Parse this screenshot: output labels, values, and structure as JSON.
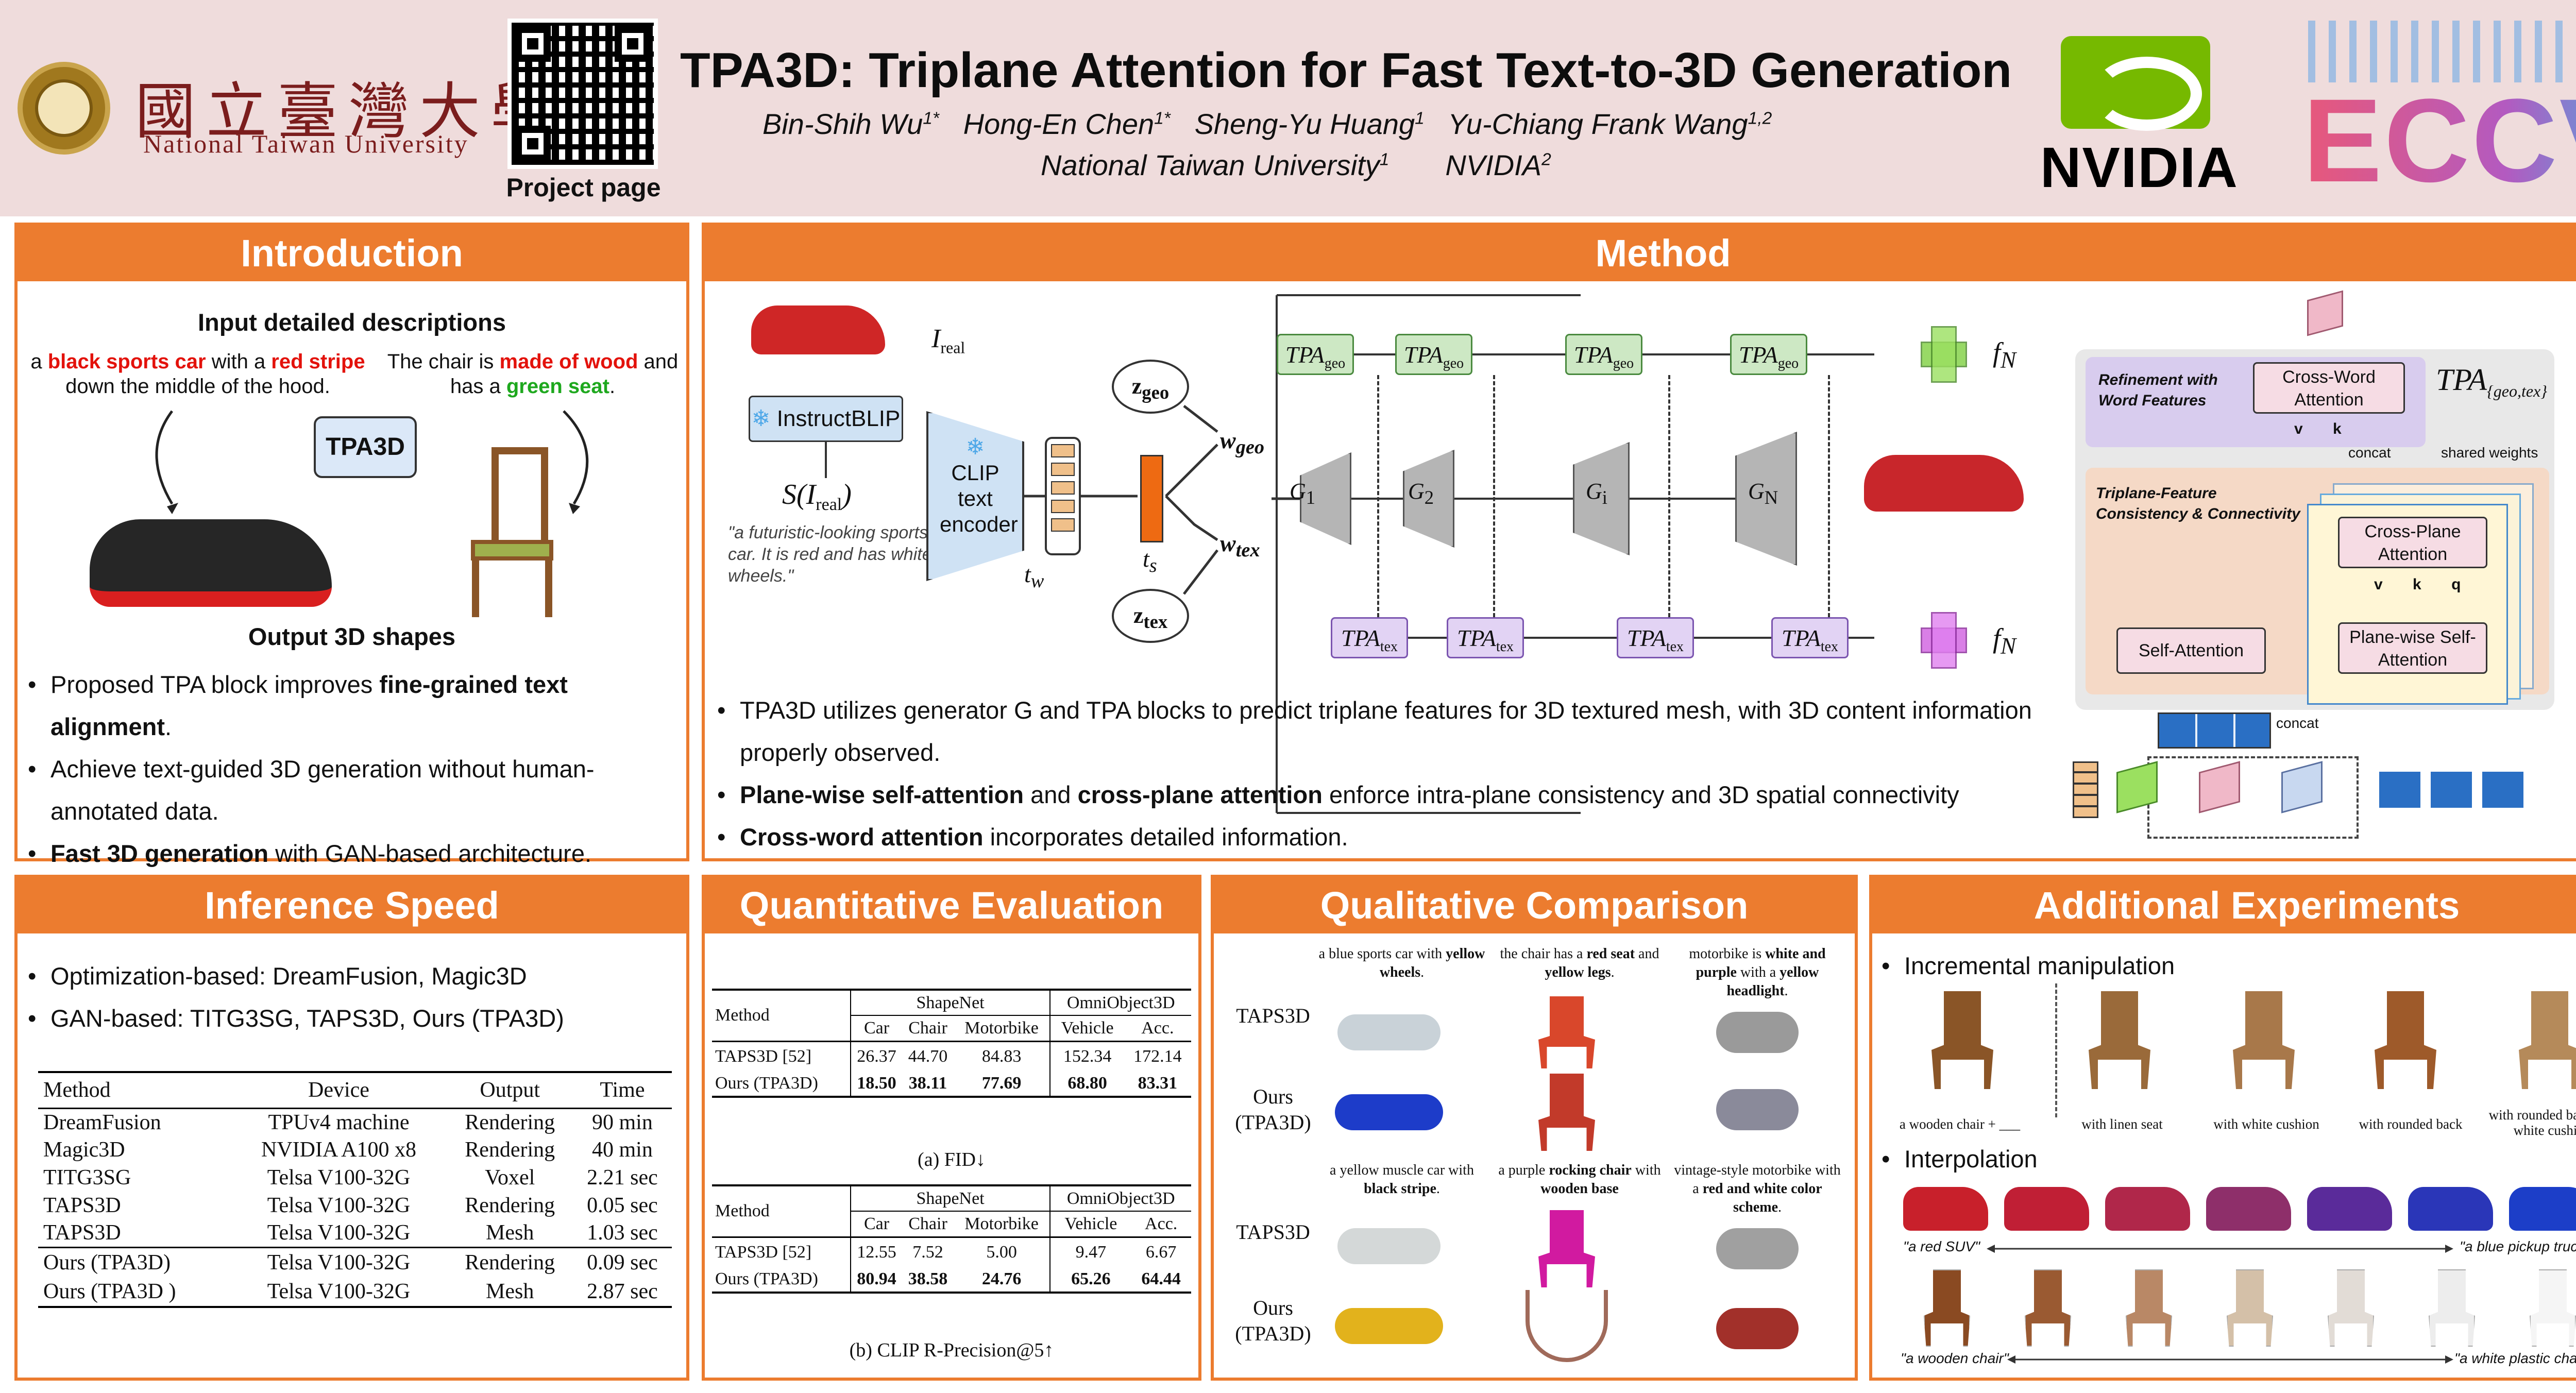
{
  "header": {
    "ntu_cn": "國立臺灣大學",
    "ntu_en": "National Taiwan University",
    "qr_label": "Project page",
    "title": "TPA3D: Triplane Attention for Fast Text-to-3D Generation",
    "authors": [
      {
        "name": "Bin-Shih Wu",
        "sup": "1*"
      },
      {
        "name": "Hong-En Chen",
        "sup": "1*"
      },
      {
        "name": "Sheng-Yu Huang",
        "sup": "1"
      },
      {
        "name": "Yu-Chiang Frank Wang",
        "sup": "1,2"
      }
    ],
    "affiliations": [
      {
        "name": "National Taiwan University",
        "sup": "1"
      },
      {
        "name": "NVIDIA",
        "sup": "2"
      }
    ],
    "nvidia": "NVIDIA",
    "eccv": "ECCV"
  },
  "intro": {
    "heading": "Introduction",
    "input_title": "Input detailed descriptions",
    "desc_car": {
      "p1": "a ",
      "r1": "black sports car",
      "p2": " with a ",
      "r2": "red stripe",
      "p3": "down the middle of the hood."
    },
    "desc_chair": {
      "p1": "The chair is ",
      "r1": "made of wood",
      "p2": " and",
      "p3": "has a ",
      "g1": "green seat",
      "p4": "."
    },
    "model_label": "TPA3D",
    "output_title": "Output 3D shapes",
    "bullets": [
      {
        "text": "Proposed TPA block improves ",
        "bold": "fine-grained text alignment",
        "after": "."
      },
      {
        "text": "Achieve text-guided 3D generation without human-annotated data.",
        "bold": "",
        "after": ""
      },
      {
        "text": "",
        "bold": "Fast 3D generation",
        "after": " with GAN-based architecture."
      }
    ]
  },
  "method": {
    "heading": "Method",
    "i_real": "I",
    "i_real_sub": "real",
    "instructblip": "InstructBLIP",
    "s_ireal": "S(I",
    "caption_quote": "\"a futuristic-looking sports car. It is red and has white wheels.\"",
    "clip": "CLIP text encoder",
    "t_w": "t",
    "t_s": "t",
    "z_geo": "z",
    "z_tex": "z",
    "w_geo": "w",
    "w_tex": "w",
    "tpa_geo": "TPA",
    "tpa_tex": "TPA",
    "gens": [
      "G",
      "G",
      "G",
      "G"
    ],
    "gen_subs": [
      "1",
      "2",
      "i",
      "N"
    ],
    "f_geo_N": "f",
    "f_tex_N": "f",
    "tpa_block_title": "TPA",
    "tpa_block_sub": "{geo,tex}",
    "refinement_label": "Refinement with Word Features",
    "cross_word": "Cross-Word Attention",
    "triplane_label": "Triplane-Feature Consistency & Connectivity",
    "cross_plane": "Cross-Plane Attention",
    "self_attention": "Self-Attention",
    "plane_self": "Plane-wise Self-Attention",
    "shared_weights": "shared weights",
    "concat": "concat",
    "v": "v",
    "k": "k",
    "q": "q",
    "bullets": [
      {
        "bold": "",
        "text": "TPA3D utilizes generator G and TPA blocks to predict triplane features for 3D textured mesh, with 3D content information properly observed."
      },
      {
        "bold": "Plane-wise self-attention",
        "mid": " and ",
        "bold2": "cross-plane attention",
        "text": " enforce intra-plane consistency and 3D spatial connectivity"
      },
      {
        "bold": "Cross-word attention",
        "text": " incorporates detailed information."
      }
    ]
  },
  "inference": {
    "heading": "Inference Speed",
    "bullets": [
      "Optimization-based: DreamFusion, Magic3D",
      "GAN-based: TITG3SG, TAPS3D, Ours (TPA3D)"
    ],
    "columns": [
      "Method",
      "Device",
      "Output",
      "Time"
    ],
    "rows": [
      [
        "DreamFusion",
        "TPUv4 machine",
        "Rendering",
        "90 min"
      ],
      [
        "Magic3D",
        "NVIDIA A100 x8",
        "Rendering",
        "40 min"
      ],
      [
        "TITG3SG",
        "Telsa V100-32G",
        "Voxel",
        "2.21 sec"
      ],
      [
        "TAPS3D",
        "Telsa V100-32G",
        "Rendering",
        "0.05 sec"
      ],
      [
        "TAPS3D",
        "Telsa V100-32G",
        "Mesh",
        "1.03 sec"
      ]
    ],
    "ours_rows": [
      [
        "Ours (TPA3D)",
        "Telsa V100-32G",
        "Rendering",
        "0.09 sec"
      ],
      [
        "Ours (TPA3D )",
        "Telsa V100-32G",
        "Mesh",
        "2.87 sec"
      ]
    ]
  },
  "quant": {
    "heading": "Quantitative Evaluation",
    "group_shapenet": "ShapeNet",
    "group_omni": "OmniObject3D",
    "method": "Method",
    "cols": [
      "Car",
      "Chair",
      "Motorbike",
      "Vehicle",
      "Acc."
    ],
    "fid": {
      "taps": [
        "TAPS3D [52]",
        "26.37",
        "44.70",
        "84.83",
        "152.34",
        "172.14"
      ],
      "ours": [
        "Ours (TPA3D)",
        "18.50",
        "38.11",
        "77.69",
        "68.80",
        "83.31"
      ],
      "caption": "(a) FID↓"
    },
    "clip": {
      "taps": [
        "TAPS3D [52]",
        "12.55",
        "7.52",
        "5.00",
        "9.47",
        "6.67"
      ],
      "ours": [
        "Ours (TPA3D)",
        "80.94",
        "38.58",
        "24.76",
        "65.26",
        "64.44"
      ],
      "caption": "(b) CLIP R-Precision@5↑"
    }
  },
  "qual": {
    "heading": "Qualitative Comparison",
    "row_labels": [
      "TAPS3D",
      "Ours (TPA3D)",
      "TAPS3D",
      "Ours (TPA3D)"
    ],
    "prompts_top": [
      {
        "a": "a blue sports car with ",
        "b": "yellow wheels",
        "c": "."
      },
      {
        "a": "the chair has a ",
        "b": "red seat",
        "c": " and ",
        "d": "yellow legs",
        "e": "."
      },
      {
        "a": "motorbike is ",
        "b": "white and purple",
        "c": " with a ",
        "d": "yellow headlight",
        "e": "."
      }
    ],
    "prompts_bottom": [
      {
        "a": "a yellow muscle car with ",
        "b": "black stripe",
        "c": "."
      },
      {
        "a": "a purple ",
        "b": "rocking chair",
        "c": " with ",
        "d": "wooden base",
        "e": ""
      },
      {
        "a": "vintage-style motorbike with a ",
        "b": "red and white color scheme",
        "c": "."
      }
    ],
    "colors": {
      "top_car_taps": "#c9d2d8",
      "top_car_ours": "#1d3cc9",
      "top_chair_taps": "#d9472b",
      "top_chair_ours": "#c23a2a",
      "top_bike_taps": "#9a9a9a",
      "top_bike_ours": "#8a8a9a",
      "bot_car_taps": "#d4d8d8",
      "bot_car_ours": "#e2b21c",
      "bot_chair_taps": "#d11aa0",
      "bot_chair_ours": "#a06a5a",
      "bot_bike_taps": "#a0a0a0",
      "bot_bike_ours": "#a2302a"
    }
  },
  "additional": {
    "heading": "Additional Experiments",
    "incremental": "Incremental manipulation",
    "inc_labels": [
      "a wooden chair + ___",
      "with linen seat",
      "with white cushion",
      "with rounded back",
      "with rounded back and white cushion"
    ],
    "interpolation": "Interpolation",
    "interp_car_left": "\"a red SUV\"",
    "interp_car_right": "\"a blue pickup truck\"",
    "interp_chair_left": "\"a wooden chair\"",
    "interp_chair_right": "\"a white plastic chair\"",
    "car_colors": [
      "#c8202b",
      "#c01f35",
      "#b0274a",
      "#8e2f6a",
      "#5a2b9a",
      "#2a36b8",
      "#1c3ec8"
    ],
    "chair_colors": [
      "#8a4a22",
      "#9a5a32",
      "#b98866",
      "#d4c0a8",
      "#e2dcd6",
      "#ededed",
      "#f5f5f5"
    ]
  }
}
